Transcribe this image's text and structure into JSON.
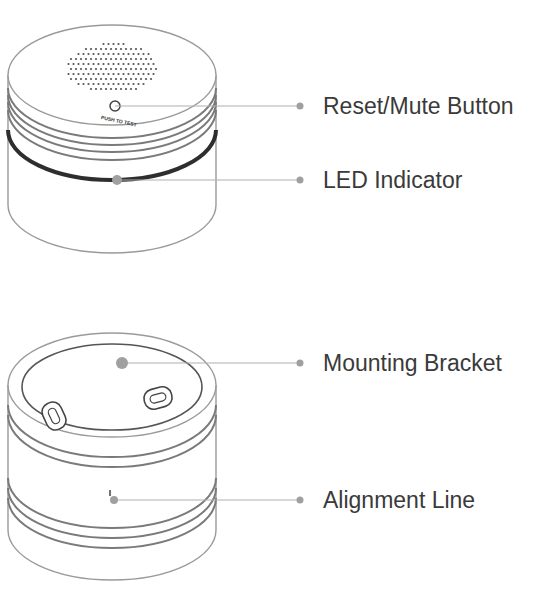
{
  "diagram": {
    "labels": [
      "Reset/Mute Button",
      "LED Indicator",
      "Mounting Bracket",
      "Alignment Line",
      "PUSH TO TEST"
    ]
  }
}
